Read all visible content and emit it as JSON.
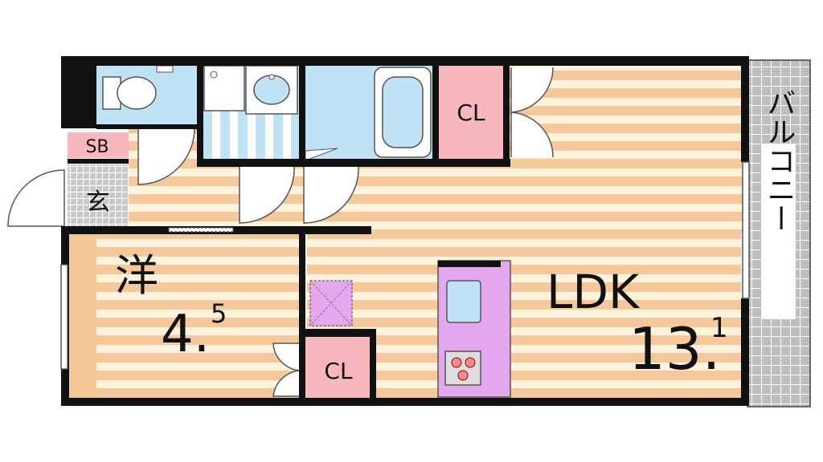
{
  "labels": {
    "sb": "SB",
    "entrance": "玄",
    "cl_top": "CL",
    "cl_bottom": "CL",
    "western_room": "洋",
    "western_size_int": "4.",
    "western_size_frac": "5",
    "ldk": "LDK",
    "ldk_size_int": "13.",
    "ldk_size_frac": "1",
    "balcony": "バルコニー"
  },
  "colors": {
    "wall": "#111111",
    "floor_a": "#f4c89a",
    "floor_b": "#fdf2dc",
    "wet_area": "#bfe3f5",
    "closet": "#f6b7bf",
    "kitchen": "#e3a7ee",
    "tatami_border": "#f3c796",
    "balcony_grid": "#bfbfbf"
  },
  "icons": [
    "toilet-icon",
    "washbasin-icon",
    "bathtub-icon",
    "sink-icon",
    "stove-icon",
    "skylight-icon"
  ]
}
